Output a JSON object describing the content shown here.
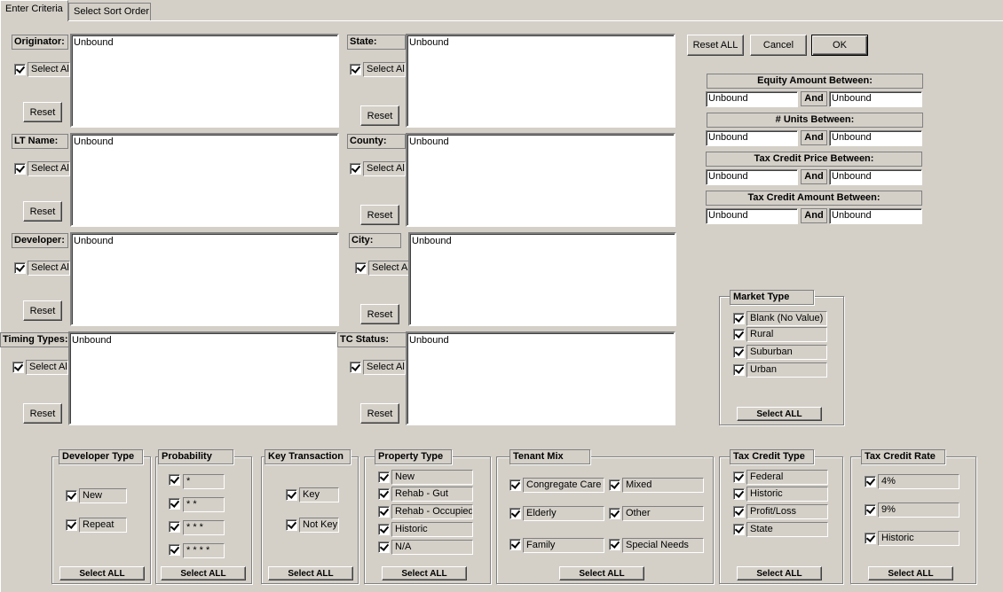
{
  "tabs": [
    "Enter Criteria",
    "Select Sort Order"
  ],
  "unbound": "Unbound",
  "select_all": "Select All",
  "reset": "Reset",
  "select_all_caps": "Select ALL",
  "and": "And",
  "lists": {
    "originator": "Originator:",
    "state": "State:",
    "lt_name": "LT Name:",
    "county": "County:",
    "developer": "Developer:",
    "city": "City:",
    "timing_types": "Timing Types:",
    "tc_status": "TC Status:"
  },
  "actions": {
    "reset_all": "Reset ALL",
    "cancel": "Cancel",
    "ok": "OK"
  },
  "ranges": {
    "equity": "Equity Amount Between:",
    "units": "# Units Between:",
    "price": "Tax Credit Price Between:",
    "amount": "Tax Credit Amount  Between:"
  },
  "market_type": {
    "title": "Market Type",
    "items": [
      "Blank (No Value)",
      "Rural",
      "Suburban",
      "Urban"
    ]
  },
  "developer_type": {
    "title": "Developer Type",
    "items": [
      "New",
      "Repeat"
    ]
  },
  "probability": {
    "title": "Probability",
    "items": [
      "*",
      "* *",
      "* * *",
      "* * * *"
    ]
  },
  "key_transaction": {
    "title": "Key Transaction",
    "items": [
      "Key",
      "Not Key"
    ]
  },
  "property_type": {
    "title": "Property Type",
    "items": [
      "New",
      "Rehab - Gut",
      "Rehab - Occupied",
      "Historic",
      "N/A"
    ]
  },
  "tenant_mix": {
    "title": "Tenant Mix",
    "items": [
      "Congregate Care",
      "Mixed",
      "Elderly",
      "Other",
      "Family",
      "Special Needs"
    ]
  },
  "tax_credit_type": {
    "title": "Tax Credit Type",
    "items": [
      "Federal",
      "Historic",
      "Profit/Loss",
      "State"
    ]
  },
  "tax_credit_rate": {
    "title": "Tax Credit Rate",
    "items": [
      "4%",
      "9%",
      "Historic"
    ]
  }
}
